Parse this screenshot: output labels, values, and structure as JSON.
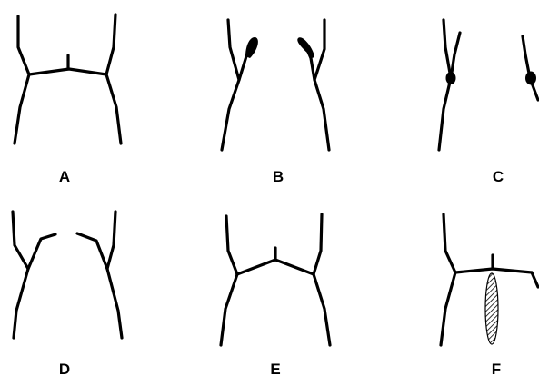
{
  "figure": {
    "panels": [
      {
        "id": "A",
        "label": "A"
      },
      {
        "id": "B",
        "label": "B"
      },
      {
        "id": "C",
        "label": "C"
      },
      {
        "id": "D",
        "label": "D"
      },
      {
        "id": "E",
        "label": "E"
      },
      {
        "id": "F",
        "label": "F"
      }
    ],
    "colors": {
      "ink": "#000000",
      "background": "#ffffff"
    }
  }
}
